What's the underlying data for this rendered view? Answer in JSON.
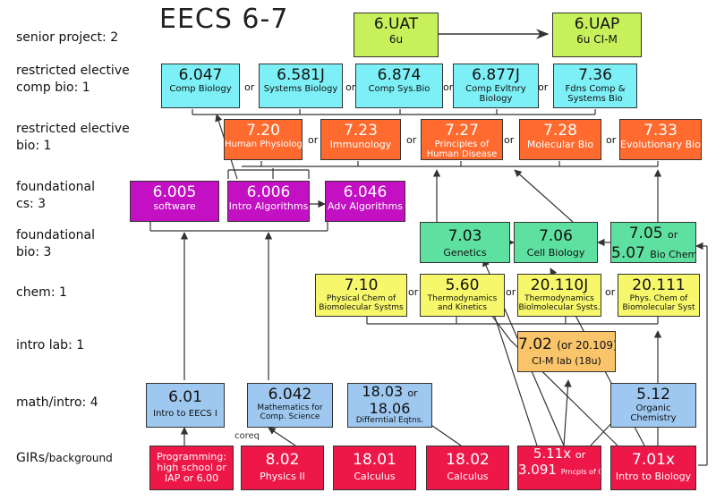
{
  "title": "EECS 6-7",
  "row_labels": [
    {
      "id": "senior",
      "l1": "senior project: 2",
      "l1b": "",
      "l2": ""
    },
    {
      "id": "compbio",
      "l1": "restricted elective",
      "l2": "comp bio: 1"
    },
    {
      "id": "bio",
      "l1": "restricted elective",
      "l2": "bio: 1"
    },
    {
      "id": "cs",
      "l1": "foundational",
      "l2": "cs: 3"
    },
    {
      "id": "fbio",
      "l1": "foundational",
      "l2": "bio: 3"
    },
    {
      "id": "chem",
      "l1": "chem: 1",
      "l2": ""
    },
    {
      "id": "lab",
      "l1": "intro lab: 1",
      "l2": ""
    },
    {
      "id": "math",
      "l1": "math/intro: 4",
      "l2": ""
    },
    {
      "id": "gir",
      "l1": "GIRs/",
      "l1s": "background",
      "l2": ""
    }
  ],
  "boxes": {
    "uat": {
      "code": "6.UAT",
      "name": "6u"
    },
    "uap": {
      "code": "6.UAP",
      "name": "6u  CI-M"
    },
    "c6047": {
      "code": "6.047",
      "name": "Comp Biology"
    },
    "c6581": {
      "code": "6.581J",
      "name": "Systems Biology"
    },
    "c6874": {
      "code": "6.874",
      "name": "Comp Sys.Bio"
    },
    "c6877": {
      "code": "6.877J",
      "name": "Comp Evltnry Biology"
    },
    "c736": {
      "code": "7.36",
      "name": "Fdns Comp & Systems Bio"
    },
    "c720": {
      "code": "7.20",
      "name": "Human Physiology"
    },
    "c723": {
      "code": "7.23",
      "name": "Immunology"
    },
    "c727": {
      "code": "7.27",
      "name": "Principles of Human Disease"
    },
    "c728": {
      "code": "7.28",
      "name": "Molecular Bio"
    },
    "c733": {
      "code": "7.33",
      "name": "Evolutionary Bio"
    },
    "c6005": {
      "code": "6.005",
      "name": "software"
    },
    "c6006": {
      "code": "6.006",
      "name": "Intro Algorithms"
    },
    "c6046": {
      "code": "6.046",
      "name": "Adv  Algorithms"
    },
    "c703": {
      "code": "7.03",
      "name": "Genetics"
    },
    "c706": {
      "code": "7.06",
      "name": "Cell Biology"
    },
    "c705": {
      "code": "7.05",
      "code_or": "or",
      "code2": "5.07",
      "name2": "Bio Chem"
    },
    "c710": {
      "code": "7.10",
      "name": "Physical Chem of Biomolecular Systms"
    },
    "c560": {
      "code": "5.60",
      "name": "Thermodynamics and Kinetics"
    },
    "c20110": {
      "code": "20.110J",
      "name": "Thermodynamics Biolmolecular Systs."
    },
    "c20111": {
      "code": "20.111",
      "name": "Phys. Chem of Biomolecular Syst"
    },
    "c702": {
      "code": "7.02",
      "code_alt": "(or 20.109)",
      "name": "CI-M lab (18u)"
    },
    "c601": {
      "code": "6.01",
      "name": "Intro to EECS I"
    },
    "c6042": {
      "code": "6.042",
      "name": "Mathematics for Comp. Science"
    },
    "c1803": {
      "code": "18.03",
      "code_or": "or",
      "code2": "18.06",
      "name": "Differntial Eqtns."
    },
    "c512": {
      "code": "5.12",
      "name": "Organic Chemistry"
    },
    "prog": {
      "name": "Programming: high school or IAP or 6.00"
    },
    "c802": {
      "code": "8.02",
      "name": "Physics II"
    },
    "c1801": {
      "code": "18.01",
      "name": "Calculus"
    },
    "c1802": {
      "code": "18.02",
      "name": "Calculus"
    },
    "c511": {
      "code": "5.11x",
      "code_or": "or",
      "code2": "3.091",
      "name2": "Prncpls of Chemistry"
    },
    "c701": {
      "code": "7.01x",
      "name": "Intro to Biology"
    }
  },
  "or_text": "or",
  "coreq_text": "coreq",
  "colors": {
    "senior": "#c7f05a",
    "compbio": "#7cf0f6",
    "bio": "#ff6a2f",
    "cs": "#c210c2",
    "fbio": "#5ee0a0",
    "chem": "#f7f76b",
    "lab": "#f9c46a",
    "math": "#9ec8f0",
    "gir": "#ee1848"
  }
}
